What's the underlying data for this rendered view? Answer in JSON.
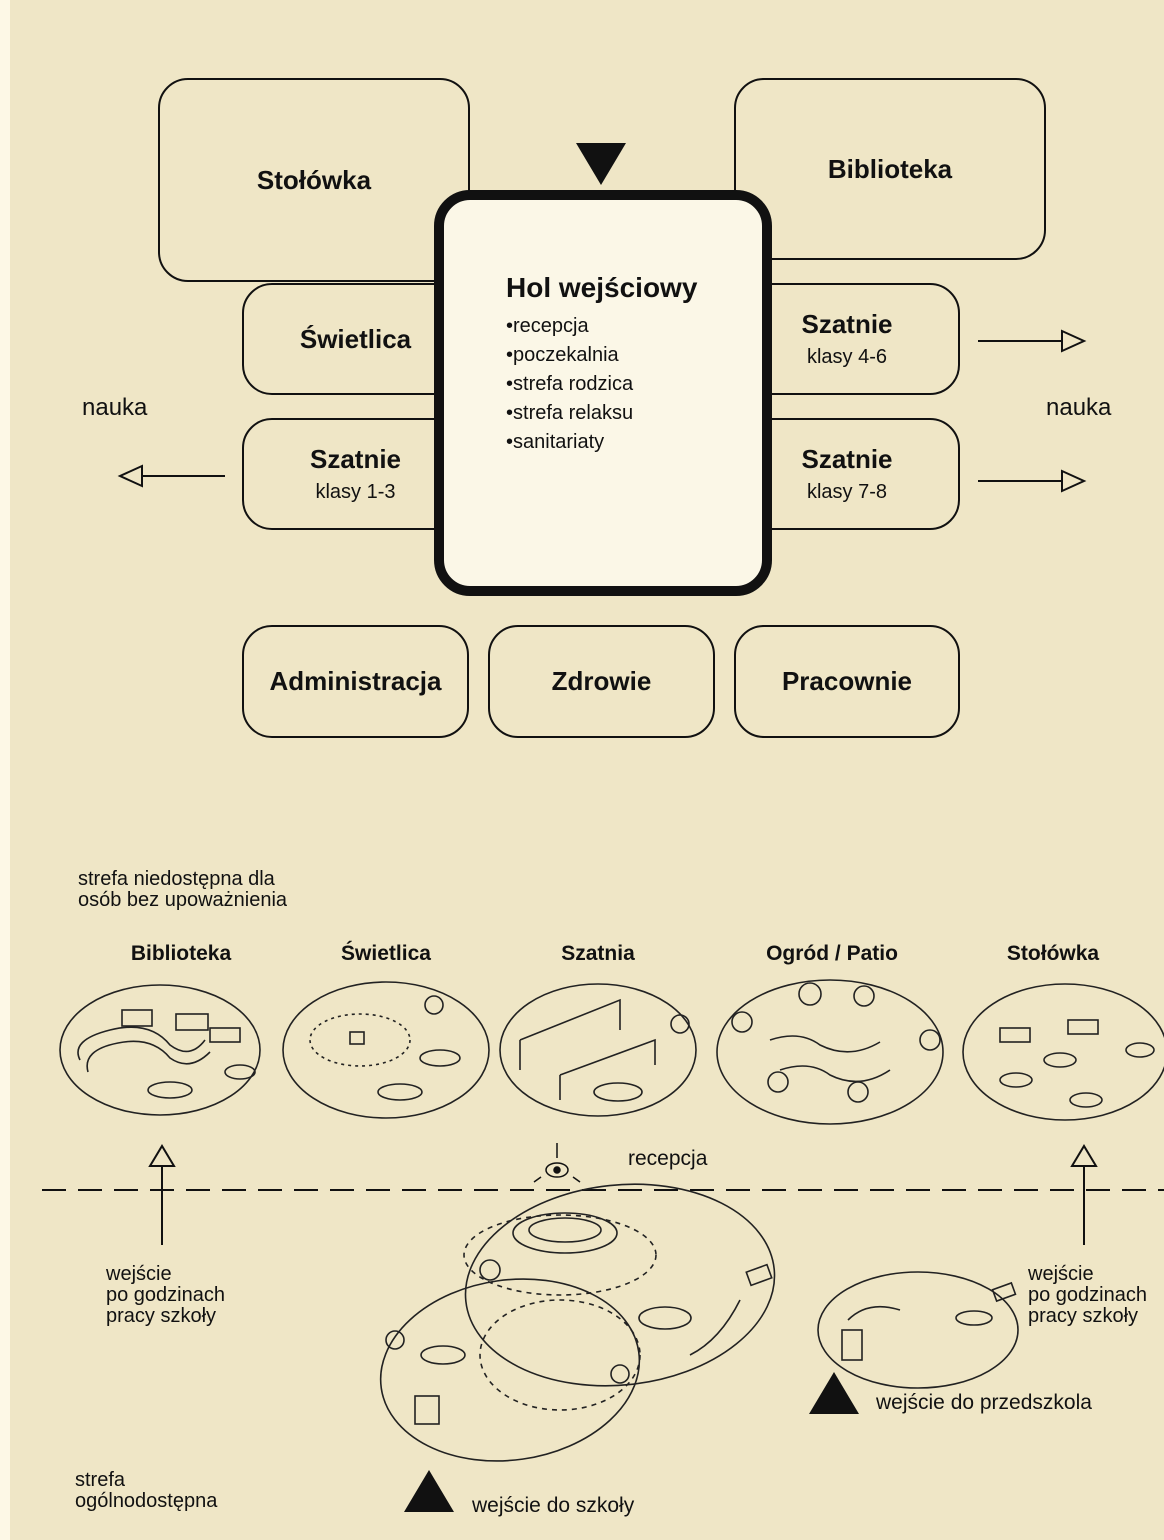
{
  "top": {
    "stolowka": "Stołówka",
    "biblioteka": "Biblioteka",
    "swietlica": "Świetlica",
    "hall_title": "Hol wejściowy",
    "hall_items": [
      "recepcja",
      "poczekalnia",
      "strefa rodzica",
      "strefa relaksu",
      "sanitariaty"
    ],
    "szatnie_left_title": "Szatnie",
    "szatnie_left_sub": "klasy 1-3",
    "szatnie_r1_title": "Szatnie",
    "szatnie_r1_sub": "klasy 4-6",
    "szatnie_r2_title": "Szatnie",
    "szatnie_r2_sub": "klasy 7-8",
    "nauka_left": "nauka",
    "nauka_right": "nauka",
    "administracja": "Administracja",
    "zdrowie": "Zdrowie",
    "pracownie": "Pracownie"
  },
  "bottom": {
    "restricted_line1": "strefa niedostępna dla",
    "restricted_line2": "osób bez upoważnienia",
    "zones": [
      "Biblioteka",
      "Świetlica",
      "Szatnia",
      "Ogród / Patio",
      "Stołówka"
    ],
    "recepcja": "recepcja",
    "after_hours_left": [
      "wejście",
      "po godzinach",
      "pracy szkoły"
    ],
    "after_hours_right": [
      "wejście",
      "po godzinach",
      "pracy szkoły"
    ],
    "preschool_entry": "wejście do przedszkola",
    "school_entry": "wejście do szkoły",
    "public_line1": "strefa",
    "public_line2": "ogólnodostępna"
  },
  "colors": {
    "background": "#efe6c6",
    "hall_fill": "#fbf7e7",
    "ink": "#111111"
  }
}
